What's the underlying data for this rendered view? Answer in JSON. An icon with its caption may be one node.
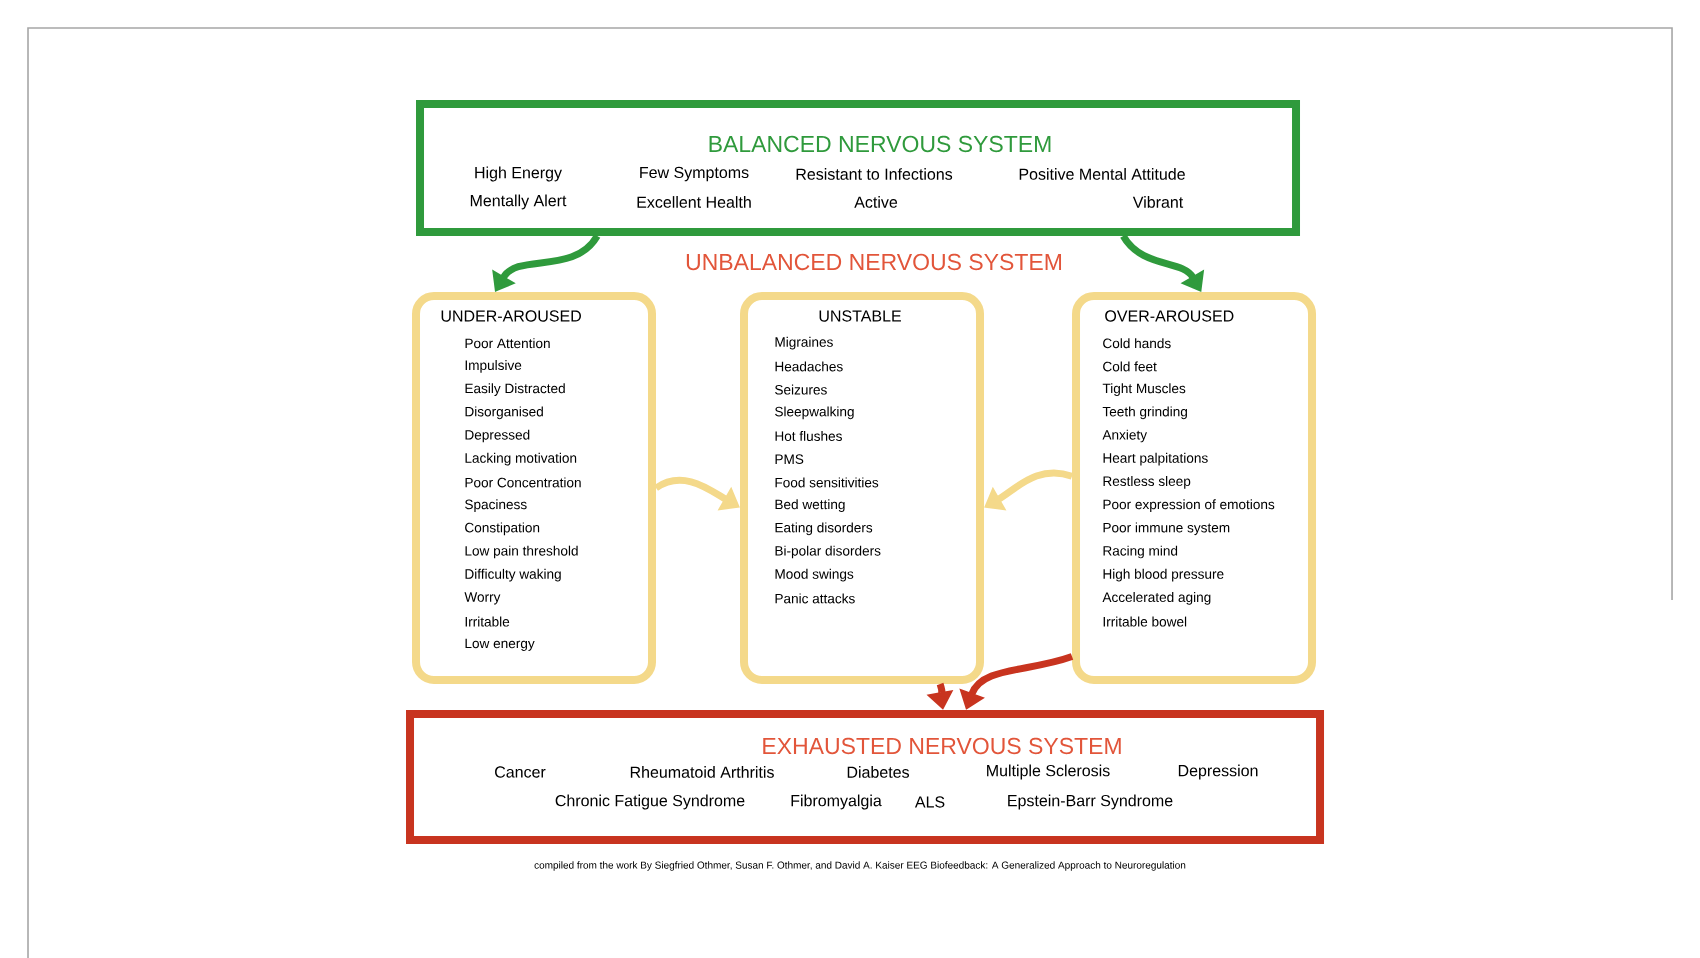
{
  "diagram": {
    "caption": "compiled from the work By Siegfried Othmer, Susan F. Othmer, and David A. Kaiser EEG Biofeedback: A Generalized Approach to Neuroregulation",
    "nodes": [
      {
        "text": [
          "BALANCED NERVOUS SYSTEM",
          "High Energy",
          "Few Symptoms",
          "Resistant to Infections",
          "Positive Mental Attitude",
          "Mentally Alert",
          "Excellent Health",
          "Active",
          "Vibrant"
        ]
      },
      {
        "text": [
          "UNDER-AROUSED",
          "Poor Attention",
          "Impulsive",
          "Easily Distracted",
          "Disorganised",
          "Depressed",
          "Lacking motivation",
          "Poor Concentration",
          "Spaciness",
          "Constipation",
          "Low pain threshold",
          "Difficulty waking",
          "Worry",
          "Irritable",
          "Low energy"
        ]
      },
      {
        "text": [
          "UNSTABLE",
          "Migraines",
          "Headaches",
          "Seizures",
          "Sleepwalking",
          "Hot flushes",
          "PMS",
          "Food sensitivities",
          "Bed wetting",
          "Eating disorders",
          "Bi-polar disorders",
          "Mood swings",
          "Panic attacks"
        ]
      },
      {
        "text": [
          "OVER-AROUSED",
          "Cold hands",
          "Cold feet",
          "Tight Muscles",
          "Teeth grinding",
          "Anxiety",
          "Heart palpitations",
          "Restless sleep",
          "Poor expression of emotions",
          "Poor immune system",
          "Racing mind",
          "High blood pressure",
          "Accelerated aging",
          "Irritable bowel"
        ]
      },
      {
        "text": [
          "EXHAUSTED NERVOUS SYSTEM",
          "Cancer",
          "Rheumatoid Arthritis",
          "Diabetes",
          "Multiple Sclerosis",
          "Depression",
          "Chronic Fatigue Syndrome",
          "Fibromyalgia",
          "ALS",
          "Epstein-Barr Syndrome"
        ]
      }
    ],
    "edges": [
      {
        "from": 0,
        "to": 1,
        "arrow": "to",
        "color": "#2f9a3c"
      },
      {
        "from": 0,
        "to": 3,
        "arrow": "to",
        "color": "#2f9a3c"
      },
      {
        "from": 1,
        "to": 2,
        "arrow": "to",
        "color": "#f4d98a"
      },
      {
        "from": 3,
        "to": 2,
        "arrow": "to",
        "color": "#f4d98a"
      },
      {
        "from": 2,
        "to": 4,
        "arrow": "to",
        "color": "#c8341f"
      },
      {
        "from": 3,
        "to": 4,
        "arrow": "to",
        "color": "#c8341f"
      }
    ],
    "labels": [
      "UNBALANCED NERVOUS SYSTEM"
    ]
  }
}
